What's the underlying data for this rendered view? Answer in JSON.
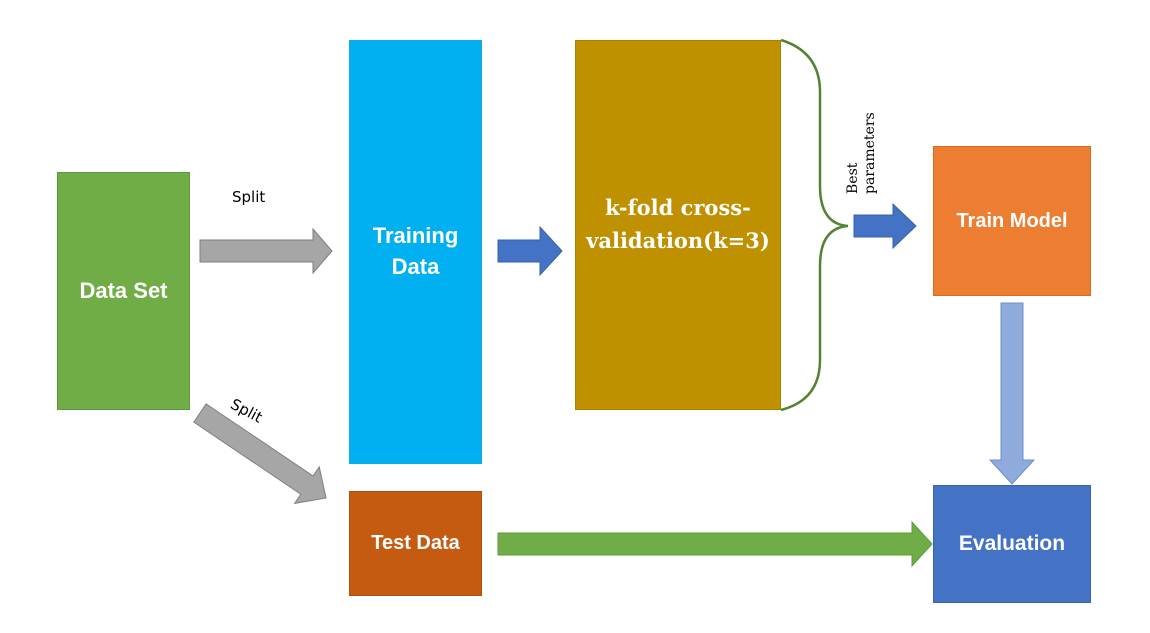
{
  "nodes": {
    "dataset": "Data Set",
    "training_line1": "Training",
    "training_line2": "Data",
    "kfold_line1": "k-fold cross-",
    "kfold_line2": "validation(k=3)",
    "train_model": "Train Model",
    "test_data": "Test Data",
    "evaluation": "Evaluation"
  },
  "edges": {
    "split_top": "Split",
    "split_bottom": "Split",
    "best_line1": "Best",
    "best_line2": "parameters"
  },
  "colors": {
    "dataset": "#70ad47",
    "training": "#00b0f0",
    "kfold": "#bf9000",
    "train_model": "#ed7d31",
    "test_data": "#c55a11",
    "evaluation": "#4472c4",
    "gray_arrow": "#a6a6a6",
    "dark_blue_arrow": "#4472c4",
    "light_blue_arrow": "#8faadc",
    "green_arrow": "#70ad47",
    "bracket": "#548235"
  }
}
